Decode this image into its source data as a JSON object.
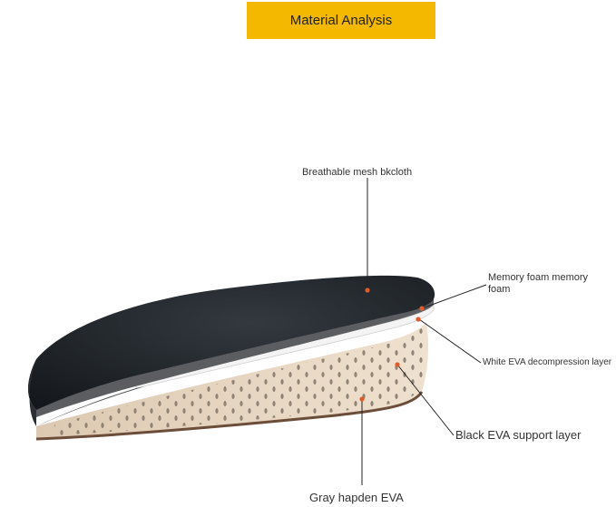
{
  "banner": {
    "title": "Material Analysis",
    "color": "#f5b800"
  },
  "labels": {
    "mesh": "Breathable mesh bkcloth",
    "memory_line1": "Memory foam memory",
    "memory_line2": "foam",
    "white_eva": "White EVA decompression layer",
    "black_eva": "Black EVA support layer",
    "gray_eva": "Gray hapden EVA"
  },
  "colors": {
    "mesh": "#1e2328",
    "foam": "#55575a",
    "white_layer": "#f2f2f2",
    "base": "#e9d8c4",
    "marker": "#e05a2a"
  }
}
